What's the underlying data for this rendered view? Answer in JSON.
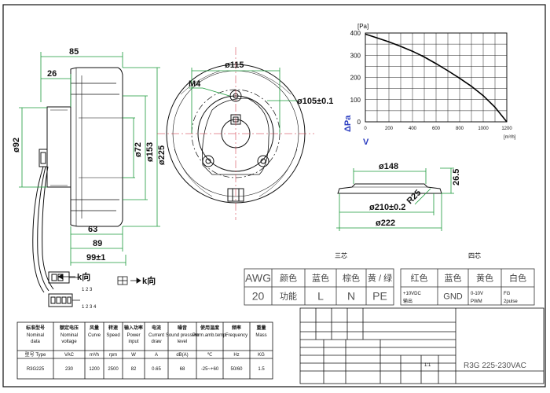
{
  "side_view": {
    "dim_85": "85",
    "dim_26": "26",
    "dim_phi92": "ø92",
    "dim_phi72": "ø72",
    "dim_phi153": "ø153",
    "dim_phi225": "ø225",
    "dim_63": "63",
    "dim_89": "89",
    "dim_99": "99±1",
    "k_label": "k向"
  },
  "front_view": {
    "dim_phi115": "ø115",
    "dim_m4": "M4",
    "dim_phi105": "ø105±0.1"
  },
  "chart_data": {
    "type": "line",
    "x_axis_ticks": [
      "0",
      "200",
      "400",
      "600",
      "800",
      "1000",
      "1200"
    ],
    "y_axis_ticks": [
      "0",
      "100",
      "200",
      "300",
      "400"
    ],
    "x_unit": "[m³/h]",
    "y_unit": "[Pa]",
    "x_marker": "V",
    "y_marker": "ΔPa",
    "xlim": [
      0,
      1200
    ],
    "ylim": [
      0,
      400
    ],
    "x": [
      0,
      100,
      200,
      300,
      400,
      500,
      600,
      700,
      800,
      900,
      1000,
      1100,
      1200
    ],
    "y": [
      395,
      378,
      360,
      340,
      318,
      292,
      262,
      230,
      196,
      160,
      118,
      66,
      0
    ]
  },
  "base_view": {
    "dim_phi148": "ø148",
    "dim_26_5": "26.5",
    "dim_r25": "R25",
    "dim_phi210": "ø210±0.2",
    "dim_phi222": "ø222"
  },
  "wire_table": {
    "three_core_title": "三芯",
    "four_core_title": "四芯",
    "rows": [
      [
        "AWG",
        "颜色",
        "蓝色",
        "棕色",
        "黄 / 绿",
        "红色",
        "蓝色",
        "黄色",
        "白色"
      ],
      [
        "20",
        "功能",
        "L",
        "N",
        "PE",
        "+10VDC 输出",
        "GND",
        "0-10V PWM",
        "FG 2pulse"
      ]
    ]
  },
  "spec_table": {
    "headers": [
      "标准型号 Nominal data",
      "额定电压 Nominal voltage",
      "风量 Curve",
      "转速 Speed",
      "输入功率 Power input",
      "电流 Current draw",
      "噪音 Sound pressure level",
      "使用温度 Perm.amb.temp.",
      "频率 Frequency",
      "重量 Mass"
    ],
    "units": [
      "型号 Type",
      "VAC",
      "m³/h",
      "rpm",
      "W",
      "A",
      "dB(A)",
      "℃",
      "Hz",
      "KG"
    ],
    "values": [
      "R3G225",
      "230",
      "1200",
      "2500",
      "82",
      "0.65",
      "68",
      "-25~+60",
      "50/60",
      "1.5"
    ]
  },
  "title_block": {
    "scale": "1:1",
    "model": "R3G 225-230VAC"
  },
  "colors": {
    "dimension": "#1a9a3a",
    "drawing": "#111111",
    "chart_marker": "#2a3cc0"
  }
}
